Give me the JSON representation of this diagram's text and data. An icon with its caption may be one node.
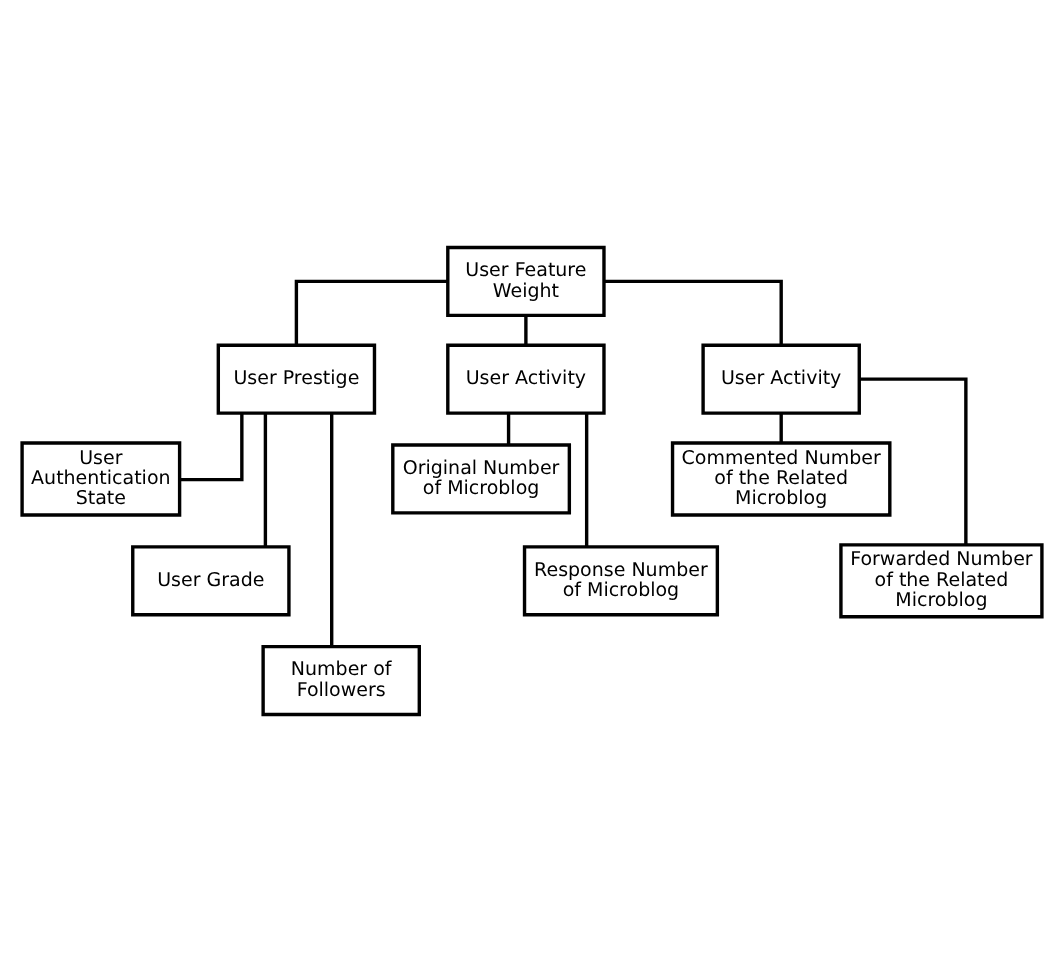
{
  "diagram": {
    "nodes": [
      {
        "text": [
          "User Feature Weight"
        ]
      },
      {
        "text": [
          "User Prestige"
        ]
      },
      {
        "text": [
          "User Activity"
        ]
      },
      {
        "text": [
          "User Activity"
        ]
      },
      {
        "text": [
          "User Authentication State"
        ]
      },
      {
        "text": [
          "User Grade"
        ]
      },
      {
        "text": [
          "Number of Followers"
        ]
      },
      {
        "text": [
          "Original Number of Microblog"
        ]
      },
      {
        "text": [
          "Response Number of Microblog"
        ]
      },
      {
        "text": [
          "Commented Number of the Related Microblog"
        ]
      },
      {
        "text": [
          "Forwarded Number of the Related Microblog"
        ]
      }
    ],
    "edges": [
      {
        "from": 0,
        "to": 1,
        "arrow": "none"
      },
      {
        "from": 0,
        "to": 2,
        "arrow": "none"
      },
      {
        "from": 0,
        "to": 3,
        "arrow": "none"
      },
      {
        "from": 1,
        "to": 4,
        "arrow": "none"
      },
      {
        "from": 1,
        "to": 5,
        "arrow": "none"
      },
      {
        "from": 1,
        "to": 6,
        "arrow": "none"
      },
      {
        "from": 2,
        "to": 7,
        "arrow": "none"
      },
      {
        "from": 2,
        "to": 8,
        "arrow": "none"
      },
      {
        "from": 3,
        "to": 9,
        "arrow": "none"
      },
      {
        "from": 3,
        "to": 10,
        "arrow": "none"
      }
    ]
  }
}
